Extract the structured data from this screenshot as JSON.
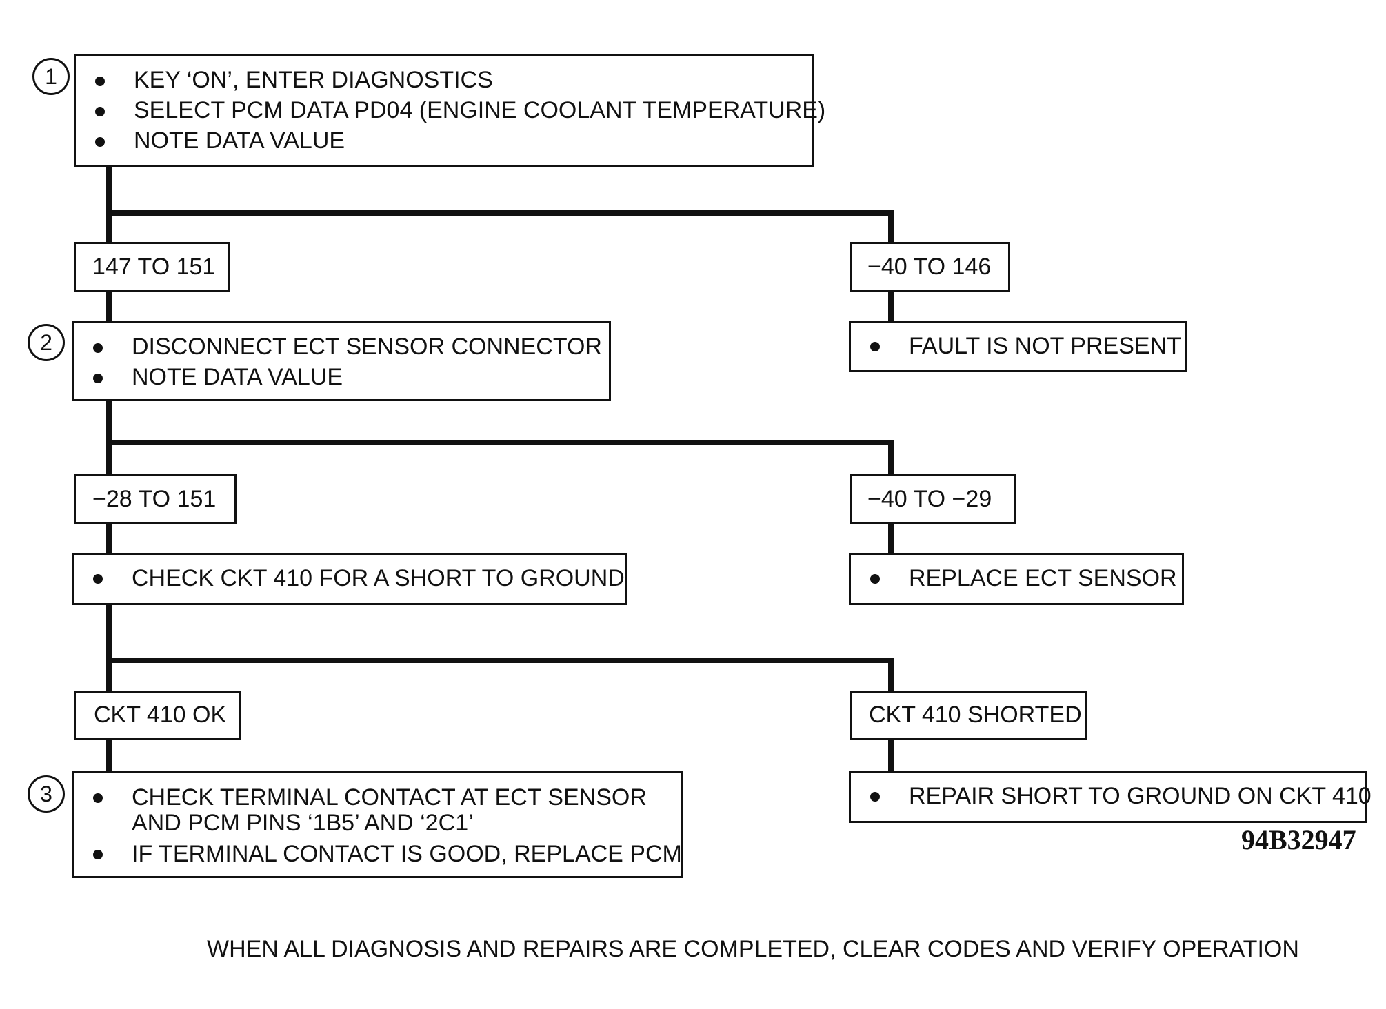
{
  "step_numbers": [
    "1",
    "2",
    "3"
  ],
  "steps": {
    "step1": [
      "KEY ‘ON’, ENTER DIAGNOSTICS",
      "SELECT PCM DATA PD04 (ENGINE COOLANT TEMPERATURE)",
      "NOTE DATA VALUE"
    ],
    "step2": [
      "DISCONNECT ECT SENSOR CONNECTOR",
      "NOTE DATA VALUE"
    ],
    "check_ckt": [
      "CHECK CKT 410 FOR A SHORT TO GROUND"
    ],
    "step3": [
      "CHECK TERMINAL CONTACT AT ECT SENSOR",
      "AND PCM PINS ‘1B5’ AND ‘2C1’",
      "IF TERMINAL CONTACT IS GOOD, REPLACE PCM"
    ]
  },
  "branches": {
    "b1_left": "147 TO 151",
    "b1_right": "−40 TO 146",
    "b2_left": "−28 TO 151",
    "b2_right": "−40 TO −29",
    "b3_left": "CKT 410 OK",
    "b3_right": "CKT 410 SHORTED"
  },
  "results": {
    "fault_not_present": "FAULT IS NOT PRESENT",
    "replace_ect": "REPLACE ECT SENSOR",
    "repair_short": "REPAIR SHORT TO GROUND ON CKT 410"
  },
  "figure_id": "94B32947",
  "footer": "WHEN ALL DIAGNOSIS AND REPAIRS ARE COMPLETED, CLEAR CODES AND VERIFY OPERATION"
}
